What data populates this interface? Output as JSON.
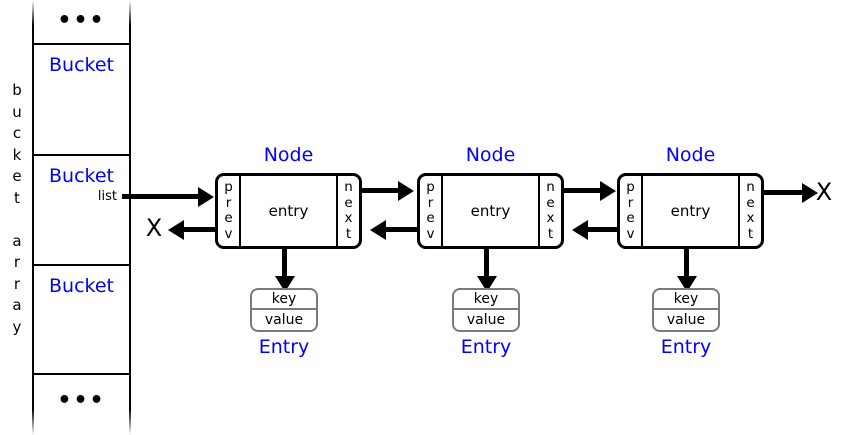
{
  "diagram": {
    "title": "hash-table bucket array with doubly linked list of nodes",
    "colors": {
      "accent_blue": "#0000FF",
      "stroke_black": "#000000",
      "entry_border_gray": "#7A7A7A",
      "background": "#FFFFFF"
    }
  },
  "bucket_array": {
    "vertical_label_chars": [
      "b",
      "u",
      "c",
      "k",
      "e",
      "t",
      "",
      "a",
      "r",
      "r",
      "a",
      "y"
    ],
    "top_ellipsis": "•••",
    "bottom_ellipsis": "•••",
    "cells": [
      {
        "label": "Bucket"
      },
      {
        "label": "Bucket",
        "field_label": "list"
      },
      {
        "label": "Bucket"
      }
    ]
  },
  "list": {
    "head_null_marker": "X",
    "tail_null_marker": "X",
    "nodes": [
      {
        "title": "Node",
        "prev_chars": [
          "p",
          "r",
          "e",
          "v"
        ],
        "next_chars": [
          "n",
          "e",
          "x",
          "t"
        ],
        "entry_label": "entry",
        "entry": {
          "key_label": "key",
          "value_label": "value",
          "title": "Entry"
        }
      },
      {
        "title": "Node",
        "prev_chars": [
          "p",
          "r",
          "e",
          "v"
        ],
        "next_chars": [
          "n",
          "e",
          "x",
          "t"
        ],
        "entry_label": "entry",
        "entry": {
          "key_label": "key",
          "value_label": "value",
          "title": "Entry"
        }
      },
      {
        "title": "Node",
        "prev_chars": [
          "p",
          "r",
          "e",
          "v"
        ],
        "next_chars": [
          "n",
          "e",
          "x",
          "t"
        ],
        "entry_label": "entry",
        "entry": {
          "key_label": "key",
          "value_label": "value",
          "title": "Entry"
        }
      }
    ]
  }
}
